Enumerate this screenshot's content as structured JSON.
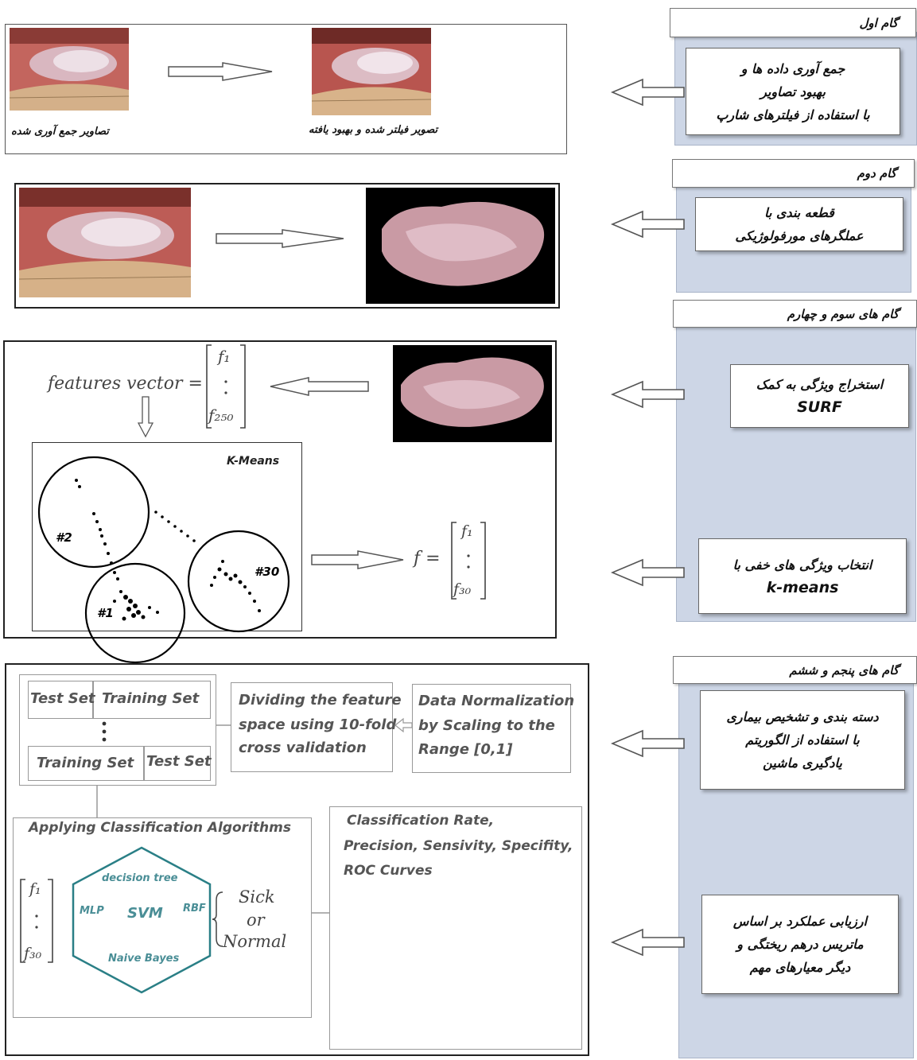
{
  "steps": [
    {
      "title": "گام اول",
      "description": [
        "جمع آوری داده ها و",
        "بهبود تصاویر",
        "با استفاده از فیلترهای شارپ"
      ]
    },
    {
      "title": "گام دوم",
      "description": [
        "قطعه بندی با",
        "عملگرهای مورفولوژیکی"
      ]
    },
    {
      "title": "گام های سوم و چهارم",
      "description_a": [
        "استخراج ویژگی به کمک",
        "SURF"
      ],
      "description_b": [
        "انتخاب ویژگی های خفی با",
        "k-means"
      ]
    },
    {
      "title": "گام های پنجم و ششم",
      "description_a": [
        "دسته بندی و تشخیص بیماری",
        "با استفاده از الگوریتم",
        "یادگیری ماشین"
      ],
      "description_b": [
        "ارزیابی عملکرد بر اساس",
        "ماتریس درهم ریختگی و",
        "دیگر معیارهای مهم"
      ]
    }
  ],
  "panel1": {
    "caption_collected": "تصاویر جمع آوری شده",
    "caption_enhanced": "تصویر فیلتر شده و بهبود یافته"
  },
  "panel3": {
    "features_label": "features vector =",
    "vector_top": "f₁",
    "vector_bottom": "f₂₅₀",
    "kmeans_title": "K-Means",
    "clusters": [
      "#2",
      "#1",
      "#30"
    ],
    "f_label": "f =",
    "f_top": "f₁",
    "f_bottom": "f₃₀"
  },
  "panel4": {
    "test_set": "Test Set",
    "training_set": "Training Set",
    "dividing": [
      "Dividing the feature",
      "space using 10-fold",
      "cross validation"
    ],
    "normalization": [
      "Data Normalization",
      "by Scaling to the",
      "Range [0,1]"
    ],
    "applying": "Applying Classification Algorithms",
    "algorithms": {
      "top": "decision tree",
      "left": "MLP",
      "center": "SVM",
      "right": "RBF",
      "bottom": "Naive Bayes"
    },
    "outcome": [
      "Sick",
      "or",
      "Normal"
    ],
    "vector_top": "f₁",
    "vector_bottom": "f₃₀",
    "metrics": [
      "Classification Rate,",
      "Precision, Sensivity, Specifity,",
      "ROC Curves"
    ]
  }
}
